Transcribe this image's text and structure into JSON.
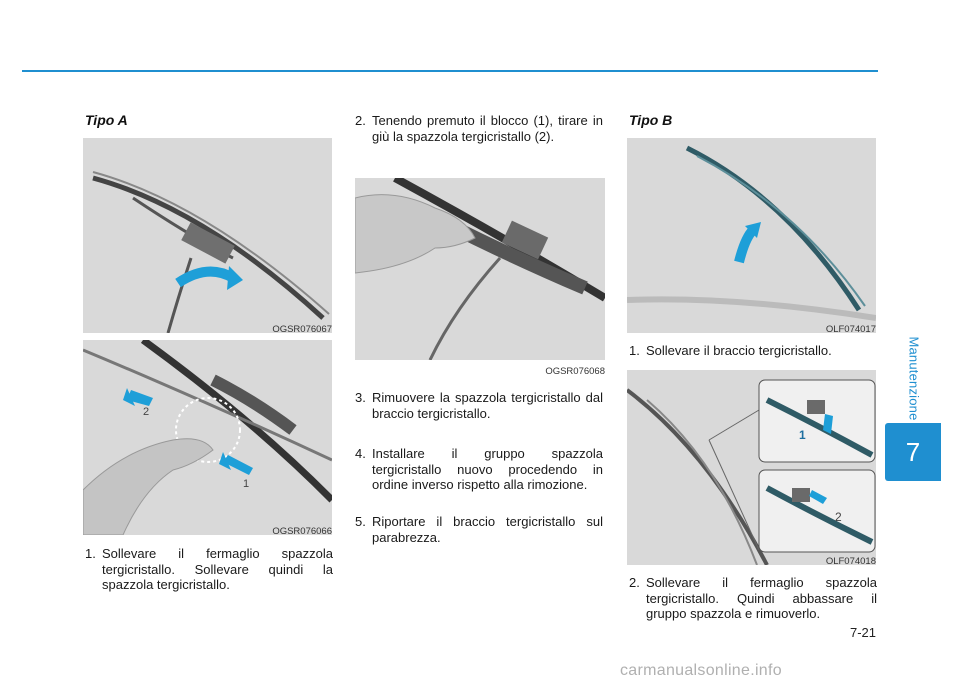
{
  "section": {
    "label": "Manutenzione",
    "chapter": "7",
    "page": "7-21"
  },
  "col1": {
    "heading": "Tipo A",
    "fig1_code": "OGSR076067",
    "fig2_code": "OGSR076066",
    "fig2_labels": [
      "2",
      "1"
    ],
    "step1": {
      "num": "1.",
      "text": "Sollevare il fermaglio spazzola tergicristallo. Sollevare quindi la spazzola tergicristallo."
    }
  },
  "col2": {
    "step2": {
      "num": "2.",
      "text": "Tenendo premuto il blocco (1), tirare in giù la spazzola tergicristallo (2)."
    },
    "fig_code": "OGSR076068",
    "step3": {
      "num": "3.",
      "text": "Rimuovere la spazzola tergicristallo dal braccio tergicristallo."
    },
    "step4": {
      "num": "4.",
      "text": "Installare il gruppo spazzola tergicristallo nuovo procedendo in ordine inverso rispetto alla rimozione."
    },
    "step5": {
      "num": "5.",
      "text": "Riportare il braccio tergicristallo sul parabrezza."
    }
  },
  "col3": {
    "heading": "Tipo B",
    "fig1_code": "OLF074017",
    "step1": {
      "num": "1.",
      "text": "Sollevare il braccio tergicristallo."
    },
    "fig2_code": "OLF074018",
    "fig2_labels": [
      "1",
      "2"
    ],
    "step2": {
      "num": "2.",
      "text": "Sollevare il fermaglio spazzola tergicristallo. Quindi abbassare il gruppo spazzola e rimuoverlo."
    }
  },
  "watermark": "carmanualsonline.info",
  "colors": {
    "accent": "#1f8fd0",
    "arrow": "#1e9fd8"
  }
}
